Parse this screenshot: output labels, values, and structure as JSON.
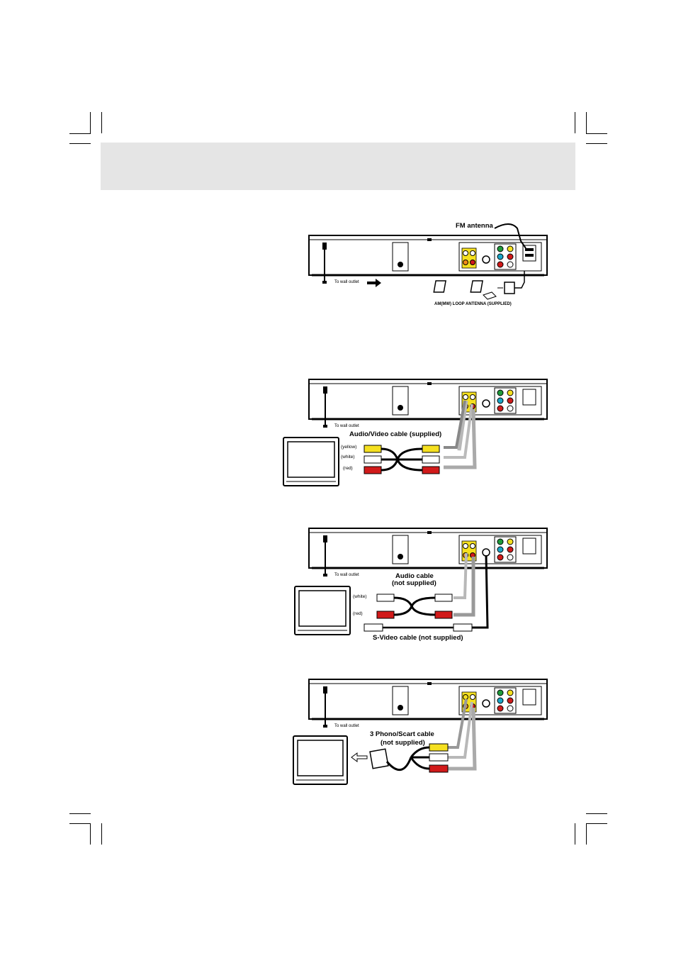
{
  "figures": {
    "antenna": {
      "fm_label": "FM antenna",
      "wall_outlet": "To wall outlet",
      "am_label": "AM(MW) LOOP ANTENNA (SUPPLIED)"
    },
    "av_cable": {
      "wall_outlet": "To wall outlet",
      "cable_label": "Audio/Video cable (supplied)",
      "yellow": "(yellow)",
      "white": "(white)",
      "red": "(red)"
    },
    "svideo": {
      "wall_outlet": "To wall outlet",
      "audio_cable_line1": "Audio cable",
      "audio_cable_line2": "(not supplied)",
      "white": "(white)",
      "red": "(red)",
      "svideo_cable": "S-Video cable (not supplied)"
    },
    "scart": {
      "wall_outlet": "To wall outlet",
      "scart_line1": "3 Phono/Scart cable",
      "scart_line2": "(not supplied)"
    }
  },
  "colors": {
    "banner": "#e5e5e5",
    "yellow": "#f5e020",
    "green": "#1f9a3a",
    "cyan": "#1aa6c8",
    "red": "#d11a1a",
    "orange": "#f08a1a",
    "cable_gray": "#b8b8b8"
  }
}
